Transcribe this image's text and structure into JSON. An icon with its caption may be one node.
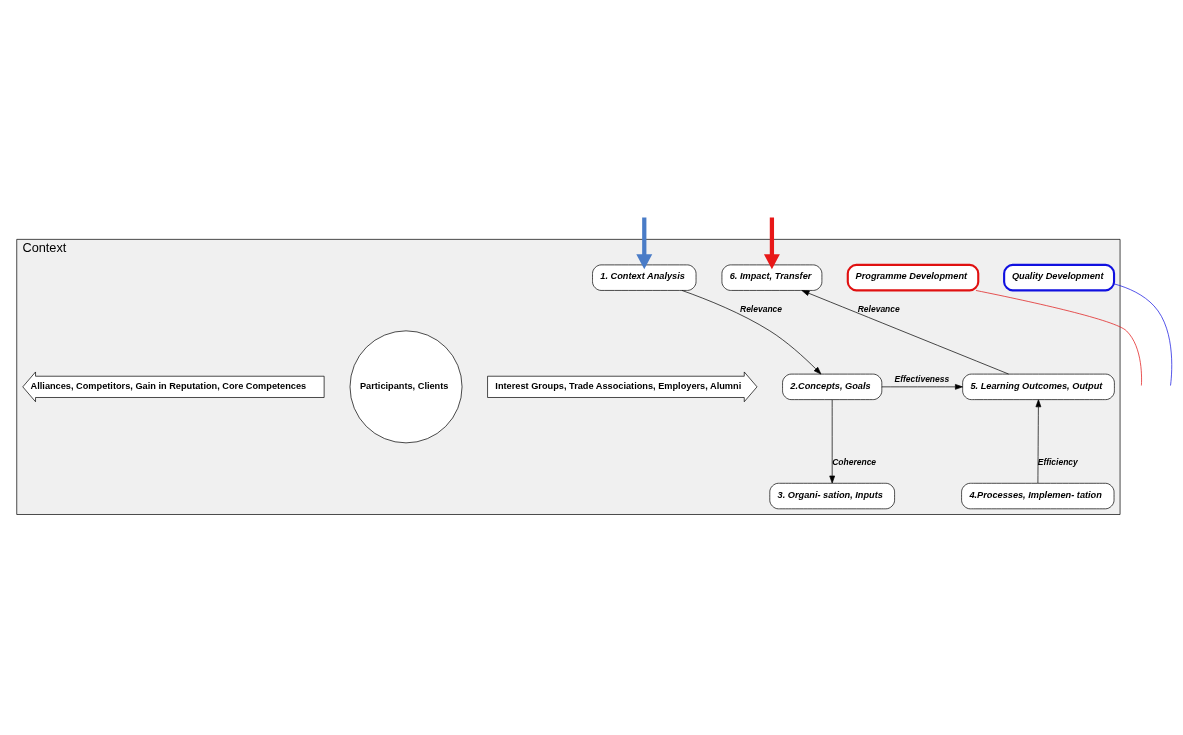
{
  "diagram": {
    "nodes": [
      {
        "text": [
          "Context"
        ]
      },
      {
        "text": [
          "1. Context Analysis"
        ],
        "in": 0
      },
      {
        "text": [
          "6. Impact, Transfer"
        ],
        "in": 0
      },
      {
        "text": [
          "Programme Development"
        ],
        "in": 0
      },
      {
        "text": [
          "Quality Development"
        ],
        "in": 0
      },
      {
        "text": [
          "Interest Groups, Trade Associations, Employers, Alumni"
        ],
        "in": 0
      },
      {
        "text": [
          "2.Concepts, Goals"
        ],
        "in": 0
      },
      {
        "text": [
          "5. Learning Outcomes, Output"
        ],
        "in": 0
      },
      {
        "text": [
          "Participants, Clients"
        ],
        "in": 0
      },
      {
        "text": [
          "Alliances, Competitors, Gain in Reputation, Core Competences"
        ],
        "in": 0
      },
      {
        "text": [
          "3. Organi- sation, Inputs"
        ],
        "in": 0
      },
      {
        "text": [
          "4.Processes, Implemen- tation"
        ],
        "in": 0
      }
    ],
    "edges": [
      {
        "from": 1,
        "to": 6,
        "arrow": "to",
        "label": "Relevance"
      },
      {
        "from": 6,
        "to": 7,
        "arrow": "to",
        "label": "Effectiveness"
      },
      {
        "from": 6,
        "to": 10,
        "arrow": "to",
        "label": "Coherence"
      },
      {
        "from": 11,
        "to": 7,
        "arrow": "to",
        "label": "Efficiency"
      },
      {
        "from": 7,
        "to": 2,
        "arrow": "to",
        "label": "Relevance"
      },
      {
        "from": null,
        "to": 1,
        "arrow": "to",
        "style": "thick",
        "color": "#4a7cc7"
      },
      {
        "from": null,
        "to": 2,
        "arrow": "to",
        "style": "thick",
        "color": "#e81818"
      },
      {
        "from": 3,
        "to": null,
        "arrow": "none",
        "color": "#e01010"
      },
      {
        "from": 4,
        "to": null,
        "arrow": "none",
        "color": "#1010e0"
      }
    ]
  }
}
